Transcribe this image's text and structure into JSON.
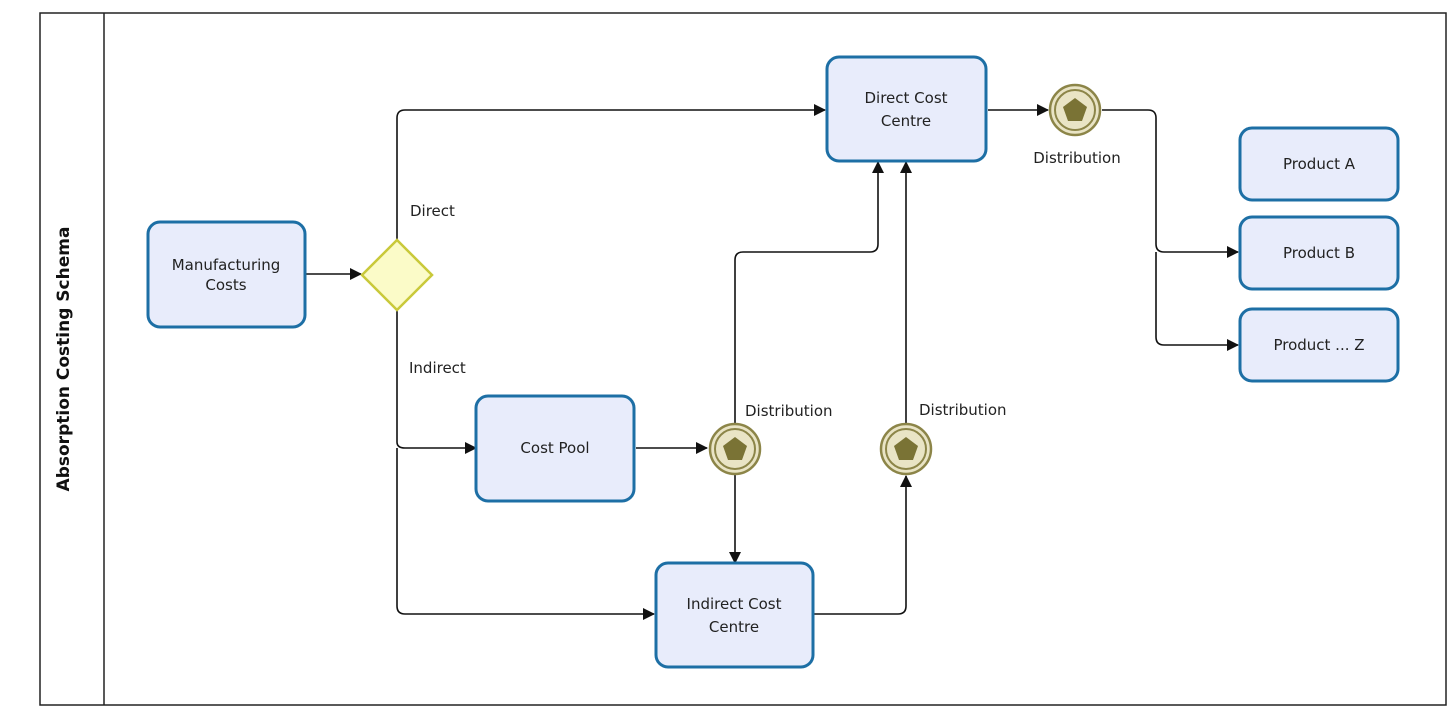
{
  "pool": {
    "title": "Absorption Costing Schema"
  },
  "colors": {
    "task_fill": "#e8ecfb",
    "task_stroke": "#1d6fa5",
    "gateway_fill": "#fbfbc8",
    "gateway_stroke": "#c9c93a",
    "event_fill": "#e9e4c5",
    "event_stroke": "#8c8548",
    "event_icon": "#7a7335"
  },
  "tasks": {
    "manufacturing_costs": {
      "line1": "Manufacturing",
      "line2": "Costs"
    },
    "cost_pool": {
      "label": "Cost Pool"
    },
    "direct_cost_centre": {
      "line1": "Direct Cost",
      "line2": "Centre"
    },
    "indirect_cost_centre": {
      "line1": "Indirect Cost",
      "line2": "Centre"
    },
    "product_a": {
      "label": "Product A"
    },
    "product_b": {
      "label": "Product B"
    },
    "product_z": {
      "label": "Product ... Z"
    }
  },
  "gateway": {
    "direct_label": "Direct",
    "indirect_label": "Indirect"
  },
  "events": {
    "distribution_1": {
      "label": "Distribution"
    },
    "distribution_2": {
      "label": "Distribution"
    },
    "distribution_3": {
      "label": "Distribution"
    }
  }
}
